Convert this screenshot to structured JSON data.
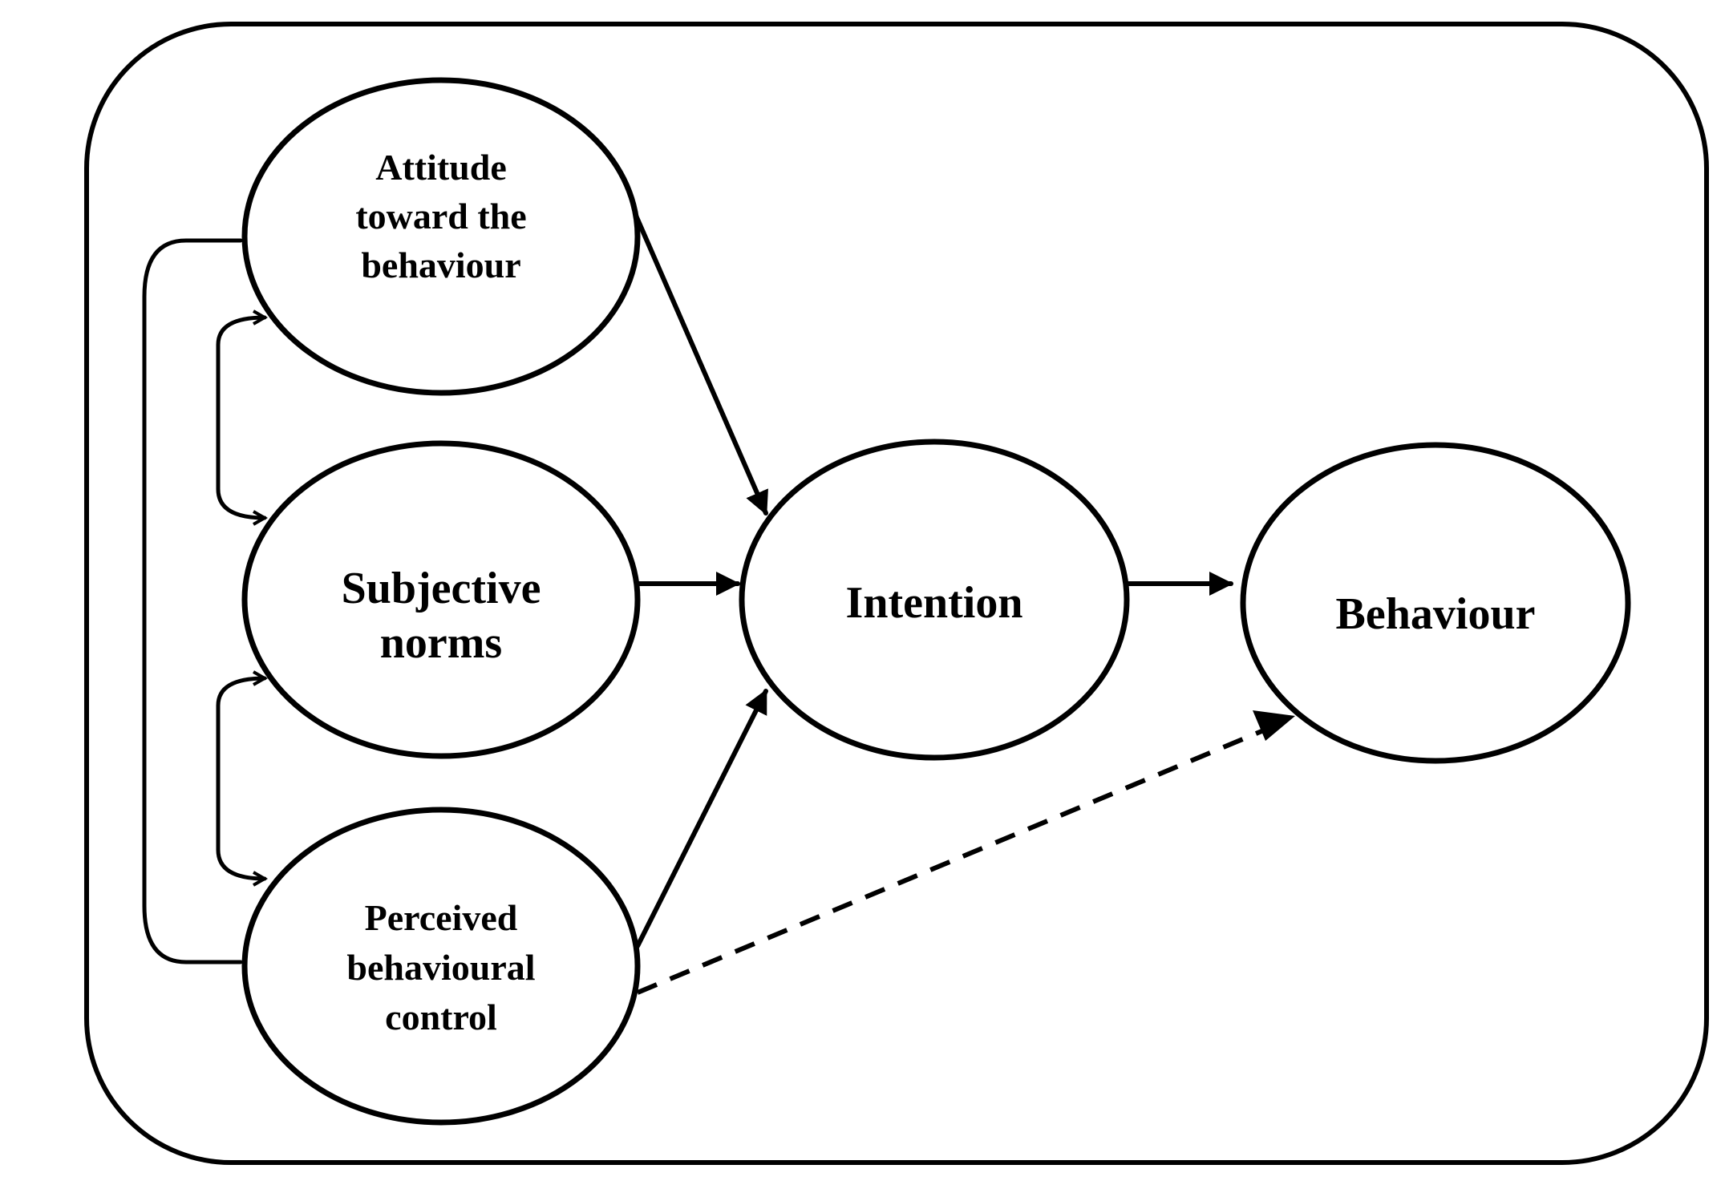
{
  "diagram": {
    "nodes": {
      "attitude": {
        "lines": [
          "Attitude",
          "toward the",
          "behaviour"
        ]
      },
      "subjective_norms": {
        "lines": [
          "Subjective",
          "norms"
        ]
      },
      "perceived_control": {
        "lines": [
          "Perceived",
          "behavioural",
          "control"
        ]
      },
      "intention": {
        "lines": [
          "Intention"
        ]
      },
      "behaviour": {
        "lines": [
          "Behaviour"
        ]
      }
    },
    "edges": [
      {
        "from": "Attitude toward the behaviour",
        "to": "Intention",
        "style": "solid"
      },
      {
        "from": "Subjective norms",
        "to": "Intention",
        "style": "solid"
      },
      {
        "from": "Perceived behavioural control",
        "to": "Intention",
        "style": "solid"
      },
      {
        "from": "Intention",
        "to": "Behaviour",
        "style": "solid"
      },
      {
        "from": "Perceived behavioural control",
        "to": "Behaviour",
        "style": "dashed"
      }
    ],
    "correlations": [
      {
        "between": [
          "Attitude toward the behaviour",
          "Subjective norms"
        ]
      },
      {
        "between": [
          "Subjective norms",
          "Perceived behavioural control"
        ]
      },
      {
        "between": [
          "Attitude toward the behaviour",
          "Perceived behavioural control"
        ]
      }
    ],
    "colors": {
      "stroke": "#000000",
      "background": "#ffffff"
    }
  }
}
